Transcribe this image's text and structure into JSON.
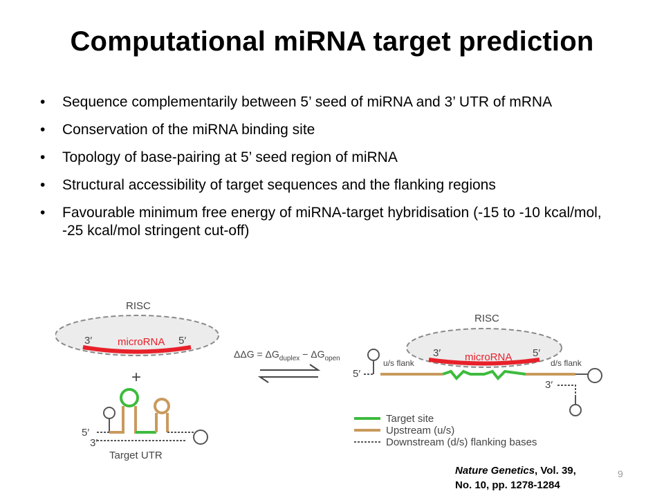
{
  "slide": {
    "title": "Computational miRNA target prediction",
    "bullets": [
      "Sequence complementarily between 5’ seed of miRNA and 3’ UTR of mRNA",
      "Conservation of the miRNA binding site",
      "Topology of base-pairing at 5’ seed region of miRNA",
      "Structural accessibility of target sequences and the flanking regions",
      "Favourable minimum free energy of miRNA-target hybridisation (-15 to -10 kcal/mol, -25 kcal/mol stringent cut-off)"
    ],
    "page_number": "9"
  },
  "figure": {
    "left": {
      "risc_label": "RISC",
      "three_prime": "3′",
      "five_prime": "5′",
      "mirna_label": "microRNA",
      "plus": "+",
      "utr_five": "5′",
      "utr_three": "3′",
      "utr_label": "Target UTR"
    },
    "equation": {
      "lhs": "ΔΔG = ΔG",
      "sub1": "duplex",
      "mid": " − ΔG",
      "sub2": "open"
    },
    "right": {
      "risc_label": "RISC",
      "three_prime": "3′",
      "five_prime": "5′",
      "mirna_label": "microRNA",
      "us_flank": "u/s flank",
      "ds_flank": "d/s flank",
      "mrna_five": "5′",
      "mrna_three": "3′"
    },
    "legend": [
      {
        "label": "Target site",
        "color": "#3dbb3d"
      },
      {
        "label": "Upstream (u/s)",
        "color": "#c99a5e"
      },
      {
        "label": "Downstream (d/s) flanking bases",
        "color": "#555555"
      }
    ],
    "colors": {
      "mirna": "#e8202a",
      "risc_fill": "#ececec",
      "risc_stroke": "#8a8a8a"
    }
  },
  "citation": {
    "journal": "Nature Genetics",
    "rest_line1": ", Vol. 39,",
    "line2": "No. 10, pp. 1278-1284"
  }
}
